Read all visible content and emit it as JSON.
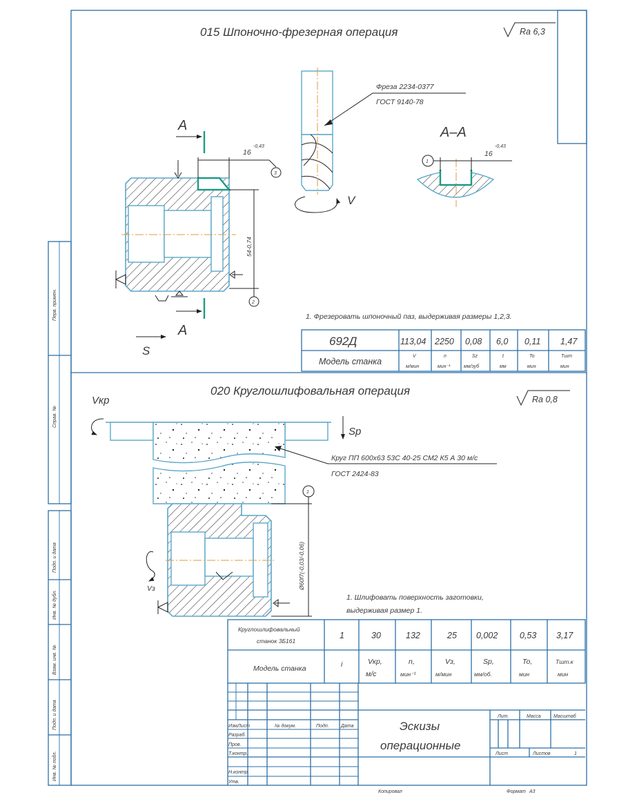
{
  "op1": {
    "title": "015 Шпоночно-фрезерная операция",
    "roughness": "Ra 6,3",
    "cutter": [
      "Фреза 2234-0377",
      "ГОСТ 9140-78"
    ],
    "section_label": "A–A",
    "section_mark": "A",
    "dim_keyway": "16",
    "dim_keyway_tol": "-0,43",
    "dim_depth": "54-0,74",
    "callouts": [
      "1",
      "2",
      "3"
    ],
    "motion_v": "V",
    "motion_s": "S",
    "note": "1. Фрезеровать шпоночный паз, выдерживая размеры 1,2,3.",
    "table": {
      "machine": "692Д",
      "machine_label": "Модель станка",
      "values": [
        "113,04",
        "2250",
        "0,08",
        "6,0",
        "0,11",
        "1,47"
      ],
      "headers": [
        {
          "sym": "V",
          "unit": "м/мин"
        },
        {
          "sym": "n",
          "unit": "мин⁻¹"
        },
        {
          "sym": "Sz",
          "unit": "мм/зуб"
        },
        {
          "sym": "t",
          "unit": "мм"
        },
        {
          "sym": "To",
          "unit": "мин"
        },
        {
          "sym": "Тшт",
          "unit": "мин"
        }
      ]
    }
  },
  "op2": {
    "title": "020 Круглошлифовальная операция",
    "roughness": "Ra 0,8",
    "wheel": [
      "Круг ПП 600х63 53С 40-25 СМ2 К5 А 30 м/с",
      "ГОСТ 2424-83"
    ],
    "callout": "1",
    "dim_diameter": "Ø60f7(-0,03/-0,06)",
    "motion_vkr": "Vкр",
    "motion_sp": "Sp",
    "motion_vz": "Vз",
    "note": [
      "1. Шлифовать поверхность заготовки,",
      "выдерживая размер 1."
    ],
    "table": {
      "machine": [
        "Круглошлифовальный",
        "станок 3Б161"
      ],
      "machine_label": "Модель станка",
      "values": [
        "1",
        "30",
        "132",
        "25",
        "0,002",
        "0,53",
        "3,17"
      ],
      "headers": [
        {
          "sym": "i",
          "unit": ""
        },
        {
          "sym": "Vкр,",
          "unit": "м/с"
        },
        {
          "sym": "n,",
          "unit": "мин⁻¹"
        },
        {
          "sym": "Vз,",
          "unit": "м/мин"
        },
        {
          "sym": "Sp,",
          "unit": "мм/об."
        },
        {
          "sym": "To,",
          "unit": "мин"
        },
        {
          "sym": "Тшт.к",
          "unit": "мин"
        }
      ]
    }
  },
  "title_block": {
    "col_headers": [
      "Изм.",
      "Лист",
      "№ докум.",
      "Подп.",
      "Дата"
    ],
    "roles": [
      "Разраб.",
      "Пров.",
      "Т.контр.",
      "Н.контр.",
      "Утв."
    ],
    "title": [
      "Эскизы",
      "операционные"
    ],
    "lit": "Лит.",
    "mass": "Масса",
    "scale": "Масштаб",
    "sheet": "Лист",
    "sheets": "Листов",
    "sheets_value": "1"
  },
  "side_stamps": [
    "Перв. примен.",
    "Справ. №",
    "Подп. и дата",
    "Инв. № дубл.",
    "Взам. инв. №",
    "Подп. и дата",
    "Инв. № подл."
  ],
  "footer": {
    "copied": "Копировал",
    "format_label": "Формат",
    "format_value": "А3"
  }
}
